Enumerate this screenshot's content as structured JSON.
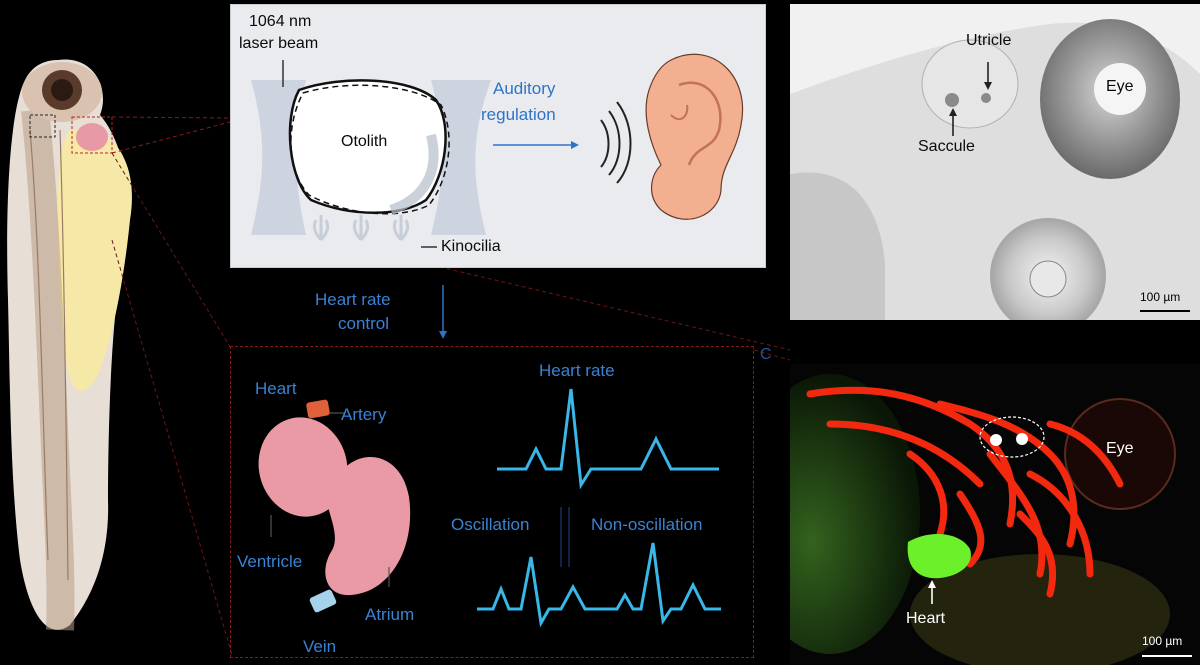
{
  "panel_a": {
    "laser_label_line1": "1064 nm",
    "laser_label_line2": "laser beam",
    "otolith_label": "Otolith",
    "auditory_line1": "Auditory",
    "auditory_line2": "regulation",
    "kinocilia_label": "Kinocilia"
  },
  "heart_rate_control": {
    "line1": "Heart rate",
    "line2": "control"
  },
  "heart_panel": {
    "heart_label": "Heart",
    "artery_label": "Artery",
    "ventricle_label": "Ventricle",
    "atrium_label": "Atrium",
    "vein_label": "Vein",
    "heart_rate_title": "Heart rate",
    "oscillation_label": "Oscillation",
    "non_oscillation_label": "Non-oscillation"
  },
  "photo_top": {
    "utricle_label": "Utricle",
    "saccule_label": "Saccule",
    "eye_label": "Eye",
    "scale_label": "100 µm"
  },
  "panel_c_letter": "C",
  "photo_bottom": {
    "eye_label": "Eye",
    "heart_label": "Heart",
    "scale_label": "100 µm"
  },
  "colors": {
    "label_blue": "#3a82d4",
    "ecg_cyan": "#39b7e8",
    "heart_pink": "#e79aa5",
    "vessel_red": "#ff2a10",
    "heart_green": "#6cf02a"
  }
}
